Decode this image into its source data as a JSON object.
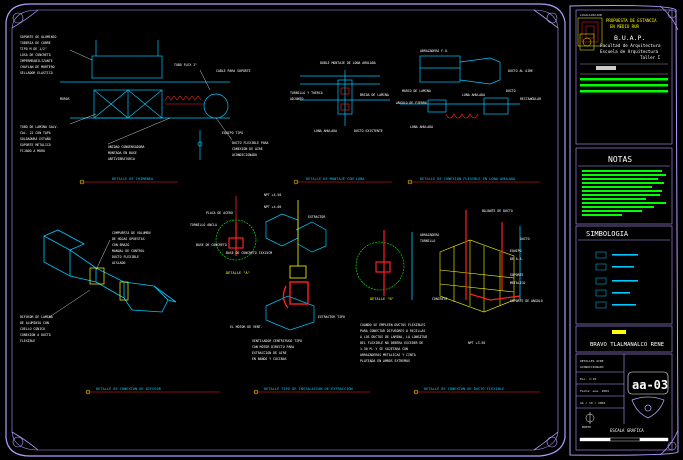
{
  "sheet": {
    "institution": "B.U.A.P.",
    "faculty_line1": "Facultad de Arquitectura",
    "faculty_line2": "Escuela de Arquitectura",
    "faculty_line3": "Taller I",
    "header_tag": "LOCALIZACION",
    "project_line1": "PROPUESTA DE ESTANCIA",
    "project_line2": "EN MEDIO RUR",
    "notes_header": "NOTAS",
    "symbols_header": "SIMBOLOGIA",
    "author": "BRAVO TLALMANALCO RENE",
    "field_1": "DETALLES AIRE",
    "field_1b": "ACONDICIONADO",
    "field_2": "Esc. 1:25",
    "field_3": "Fecha: ene. 2004",
    "field_4": "AA / 10 / 2004",
    "sheet_number": "aa-03",
    "scale_label": "ESCALA GRAFICA",
    "north_label": "NORTE"
  },
  "details": {
    "d1": "DETALLE DE CHIMENEA",
    "d2": "DETALLE DE MONTAJE CON LONA",
    "d3": "DETALLE DE CONEXION FLEXIBLE EN LONA AHULADA",
    "d4": "DETALLE DE CONEXION DE DIFUSOR",
    "d5": "DETALLE TIPO DE INSTALACION DE EXTRACCION",
    "d6": "DETALLE DE CONEXION DE DUCTO FLEXIBLE",
    "callout_a": "DETALLE \"A\"",
    "callout_b": "DETALLE \"B\"",
    "lvl_1": "NPT +4.50",
    "lvl_2": "NPT +4.00",
    "lvl_3": "NPT +3.50"
  },
  "colors": {
    "frame": "#b49cff",
    "cyan": "#00c8ff",
    "red": "#ff2020",
    "yellow": "#ffff00",
    "green": "#00ff00",
    "magenta": "#ff40ff"
  }
}
